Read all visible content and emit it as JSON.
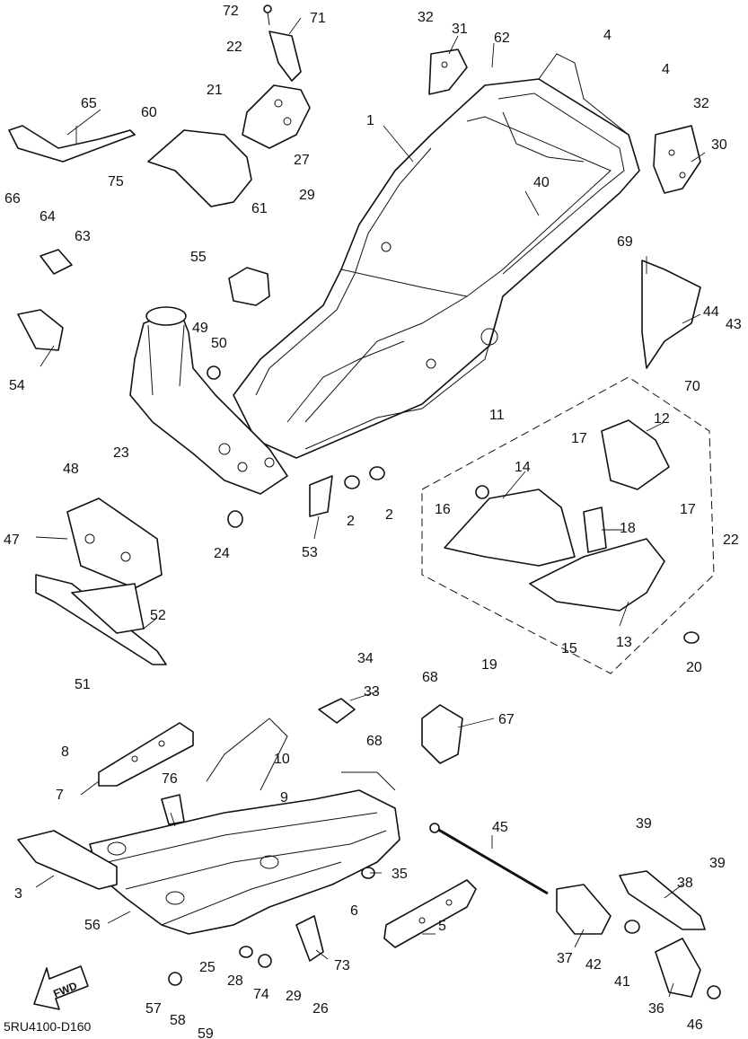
{
  "diagram": {
    "code": "5RU4100-D160",
    "fwd_label": "FWD",
    "callouts": [
      {
        "id": "72",
        "text": "72"
      },
      {
        "id": "71",
        "text": "71"
      },
      {
        "id": "32a",
        "text": "32"
      },
      {
        "id": "31",
        "text": "31"
      },
      {
        "id": "62",
        "text": "62"
      },
      {
        "id": "4a",
        "text": "4"
      },
      {
        "id": "4b",
        "text": "4"
      },
      {
        "id": "22a",
        "text": "22"
      },
      {
        "id": "21",
        "text": "21"
      },
      {
        "id": "65",
        "text": "65"
      },
      {
        "id": "60",
        "text": "60"
      },
      {
        "id": "1",
        "text": "1"
      },
      {
        "id": "32b",
        "text": "32"
      },
      {
        "id": "30",
        "text": "30"
      },
      {
        "id": "27",
        "text": "27"
      },
      {
        "id": "75",
        "text": "75"
      },
      {
        "id": "66",
        "text": "66"
      },
      {
        "id": "29a",
        "text": "29"
      },
      {
        "id": "61",
        "text": "61"
      },
      {
        "id": "40",
        "text": "40"
      },
      {
        "id": "64",
        "text": "64"
      },
      {
        "id": "63",
        "text": "63"
      },
      {
        "id": "69",
        "text": "69"
      },
      {
        "id": "55",
        "text": "55"
      },
      {
        "id": "44",
        "text": "44"
      },
      {
        "id": "43",
        "text": "43"
      },
      {
        "id": "49",
        "text": "49"
      },
      {
        "id": "50",
        "text": "50"
      },
      {
        "id": "54",
        "text": "54"
      },
      {
        "id": "70",
        "text": "70"
      },
      {
        "id": "11",
        "text": "11"
      },
      {
        "id": "12",
        "text": "12"
      },
      {
        "id": "17a",
        "text": "17"
      },
      {
        "id": "23",
        "text": "23"
      },
      {
        "id": "48",
        "text": "48"
      },
      {
        "id": "14",
        "text": "14"
      },
      {
        "id": "16",
        "text": "16"
      },
      {
        "id": "17b",
        "text": "17"
      },
      {
        "id": "2a",
        "text": "2"
      },
      {
        "id": "2b",
        "text": "2"
      },
      {
        "id": "47",
        "text": "47"
      },
      {
        "id": "24",
        "text": "24"
      },
      {
        "id": "53",
        "text": "53"
      },
      {
        "id": "18",
        "text": "18"
      },
      {
        "id": "22b",
        "text": "22"
      },
      {
        "id": "52",
        "text": "52"
      },
      {
        "id": "15",
        "text": "15"
      },
      {
        "id": "13",
        "text": "13"
      },
      {
        "id": "51",
        "text": "51"
      },
      {
        "id": "19",
        "text": "19"
      },
      {
        "id": "20",
        "text": "20"
      },
      {
        "id": "34",
        "text": "34"
      },
      {
        "id": "33",
        "text": "33"
      },
      {
        "id": "68a",
        "text": "68"
      },
      {
        "id": "67",
        "text": "67"
      },
      {
        "id": "8",
        "text": "8"
      },
      {
        "id": "68b",
        "text": "68"
      },
      {
        "id": "10",
        "text": "10"
      },
      {
        "id": "7",
        "text": "7"
      },
      {
        "id": "76",
        "text": "76"
      },
      {
        "id": "9",
        "text": "9"
      },
      {
        "id": "45",
        "text": "45"
      },
      {
        "id": "39a",
        "text": "39"
      },
      {
        "id": "39b",
        "text": "39"
      },
      {
        "id": "38",
        "text": "38"
      },
      {
        "id": "3",
        "text": "3"
      },
      {
        "id": "35",
        "text": "35"
      },
      {
        "id": "6",
        "text": "6"
      },
      {
        "id": "56",
        "text": "56"
      },
      {
        "id": "5",
        "text": "5"
      },
      {
        "id": "37",
        "text": "37"
      },
      {
        "id": "42",
        "text": "42"
      },
      {
        "id": "41",
        "text": "41"
      },
      {
        "id": "25",
        "text": "25"
      },
      {
        "id": "28",
        "text": "28"
      },
      {
        "id": "74",
        "text": "74"
      },
      {
        "id": "73",
        "text": "73"
      },
      {
        "id": "29b",
        "text": "29"
      },
      {
        "id": "26",
        "text": "26"
      },
      {
        "id": "36",
        "text": "36"
      },
      {
        "id": "46",
        "text": "46"
      },
      {
        "id": "57",
        "text": "57"
      },
      {
        "id": "58",
        "text": "58"
      },
      {
        "id": "59",
        "text": "59"
      }
    ]
  }
}
